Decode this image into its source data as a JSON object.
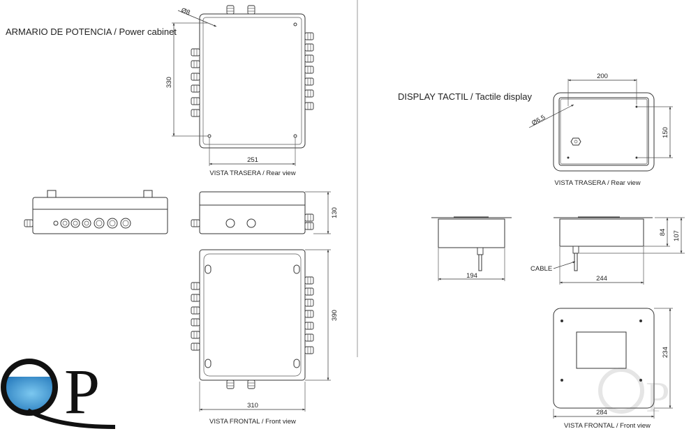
{
  "power_cabinet": {
    "title": "ARMARIO DE POTENCIA / Power cabinet",
    "rear_view_caption": "VISTA TRASERA / Rear view",
    "front_view_caption": "VISTA FRONTAL / Front view",
    "dims": {
      "hole_diameter": "Ø8",
      "rear_height": "330",
      "rear_width": "251",
      "depth": "130",
      "front_height": "390",
      "front_width": "310"
    }
  },
  "tactile_display": {
    "title": "DISPLAY TACTIL / Tactile display",
    "rear_view_caption": "VISTA TRASERA / Rear view",
    "front_view_caption": "VISTA FRONTAL / Front view",
    "cable_label": "CABLE",
    "dims": {
      "hole_diameter": "Ø6,5",
      "rear_width": "200",
      "rear_height": "150",
      "side_width": "194",
      "body_depth": "84",
      "total_depth": "107",
      "side_width_2": "244",
      "front_height": "234",
      "front_width": "284"
    }
  },
  "logo": {
    "text": "QP",
    "color": "#2a8fd0"
  }
}
